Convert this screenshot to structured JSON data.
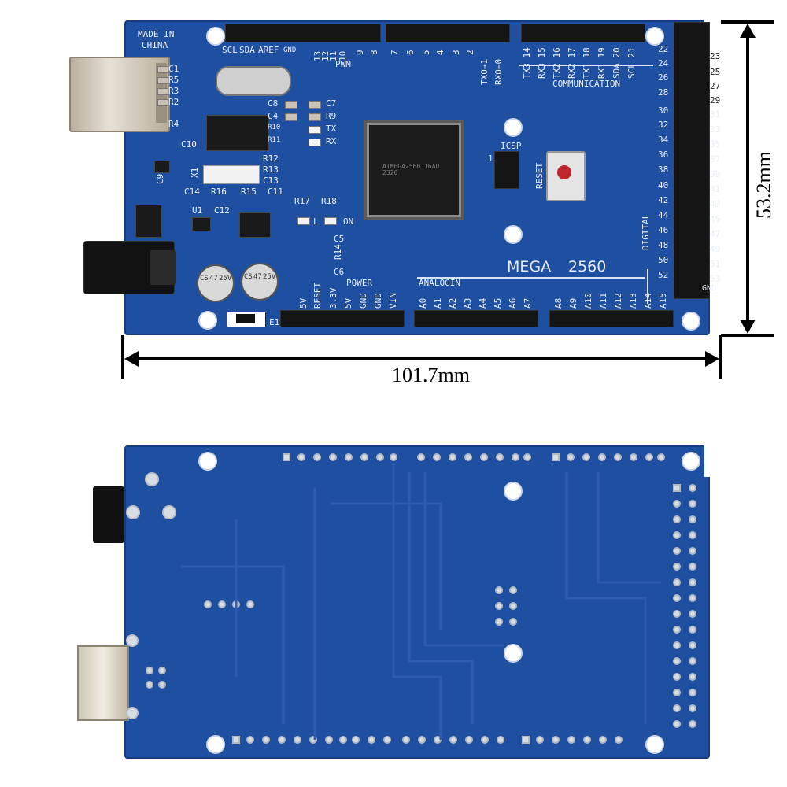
{
  "board_top": {
    "made_in": "MADE IN",
    "china": "CHINA",
    "model_mega": "MEGA",
    "model_num": "2560",
    "chip_text": "ATMEGA2560 16AU 2320",
    "header_top_left_labels": [
      "SCL",
      "SDA",
      "AREF",
      "GND",
      "13",
      "12",
      "11",
      "10",
      "9",
      "8"
    ],
    "pwm_label": "PWM",
    "header_top_mid_labels": [
      "7",
      "6",
      "5",
      "4",
      "3",
      "2",
      "TX0→1",
      "RX0←0"
    ],
    "comm_labels": [
      "TX3 14",
      "RX3 15",
      "TX2 16",
      "RX2 17",
      "TX1 18",
      "RX1 19",
      "SDA 20",
      "SCL 21"
    ],
    "comm_title": "COMMUNICATION",
    "digital_left": [
      "22",
      "24",
      "26",
      "28",
      "30",
      "32",
      "34",
      "36",
      "38",
      "40",
      "42",
      "44",
      "46",
      "48",
      "50",
      "52"
    ],
    "digital_right": [
      "23",
      "25",
      "27",
      "29",
      "31",
      "33",
      "35",
      "37",
      "39",
      "41",
      "43",
      "45",
      "47",
      "49",
      "51",
      "53"
    ],
    "digital_label": "DIGITAL",
    "gnd_label": "GND",
    "power_title": "POWER",
    "power_labels": [
      "5V",
      "RESET",
      "3.3V",
      "5V",
      "GND",
      "GND",
      "VIN"
    ],
    "analog_title": "ANALOGIN",
    "analog_labels_1": [
      "A0",
      "A1",
      "A2",
      "A3",
      "A4",
      "A5",
      "A6",
      "A7"
    ],
    "analog_labels_2": [
      "A8",
      "A9",
      "A10",
      "A11",
      "A12",
      "A13",
      "A14",
      "A15"
    ],
    "components": {
      "c1": "C1",
      "r5": "R5",
      "r3": "R3",
      "r2": "R2",
      "r4": "R4",
      "c10": "C10",
      "c9": "C9",
      "c8": "C8",
      "c4": "C4",
      "r10": "R10",
      "r11": "R11",
      "c7": "C7",
      "r9": "R9",
      "tx": "TX",
      "rx": "RX",
      "r12": "R12",
      "r13": "R13",
      "c13": "C13",
      "x1": "X1",
      "c14": "C14",
      "r16": "R16",
      "r15": "R15",
      "c11": "C11",
      "u1": "U1",
      "c12": "C12",
      "r17": "R17",
      "r18": "R18",
      "l": "L",
      "on": "ON",
      "c5": "C5",
      "r14": "R14",
      "c6": "C6",
      "icsp": "ICSP",
      "icsp_1": "1",
      "reset": "RESET",
      "e1": "E1",
      "cap1": [
        "CS",
        "47",
        "25V"
      ],
      "cap2": [
        "CS",
        "47",
        "25V"
      ]
    }
  },
  "dimensions": {
    "width_label": "101.7mm",
    "height_label": "53.2mm"
  },
  "colors": {
    "pcb_blue": "#1f4fa0",
    "silk_white": "#e8eef8",
    "header_black": "#151515"
  }
}
